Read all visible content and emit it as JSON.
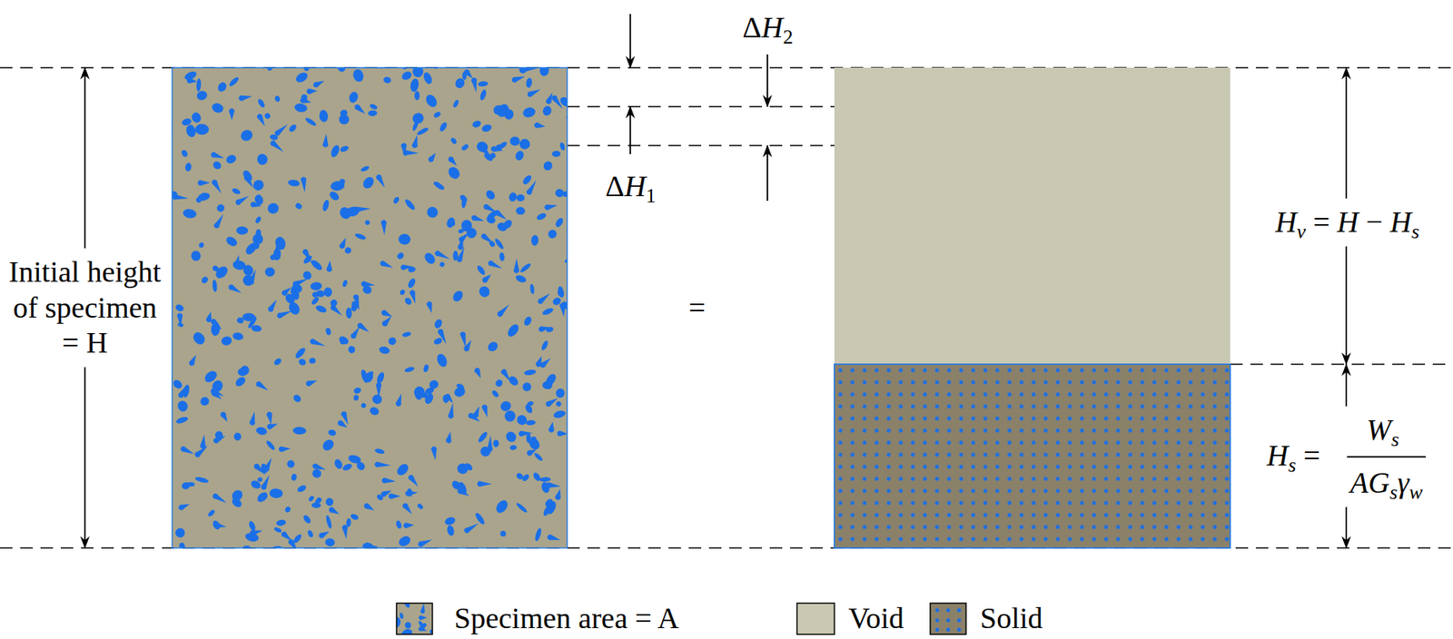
{
  "diagram": {
    "labels": [
      "ΔH2",
      "ΔH1",
      "Initial height of specimen = H",
      "=",
      "Hv = H − Hs",
      "Hs =",
      "Ws",
      "AGsγw"
    ],
    "legend": [
      {
        "text": "Specimen area = A"
      },
      {
        "text": "Void",
        "color": "#c9c8b3"
      },
      {
        "text": "Solid"
      }
    ]
  }
}
